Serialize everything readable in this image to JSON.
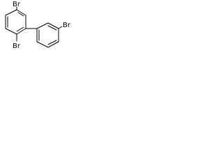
{
  "molecule": {
    "labels": {
      "br_top": "Br",
      "br_ortho": "Br",
      "br_right": "Br"
    },
    "colors": {
      "bond": "#000000",
      "text": "#000000",
      "background": "#ffffff"
    }
  }
}
